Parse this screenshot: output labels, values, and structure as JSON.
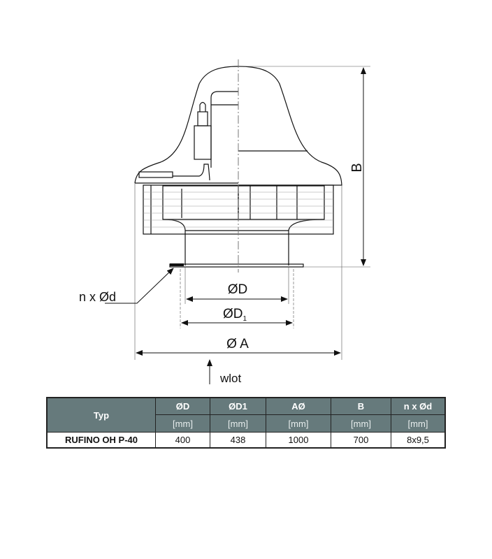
{
  "drawing": {
    "labels": {
      "B": "B",
      "D": "ØD",
      "D1": "ØD",
      "D1_sub": "1",
      "A": "Ø A",
      "holes": "n x Ød",
      "inlet": "wlot"
    }
  },
  "table": {
    "headers": [
      "Typ",
      "ØD",
      "ØD1",
      "AØ",
      "B",
      "n x Ød"
    ],
    "units": [
      "[mm]",
      "[mm]",
      "[mm]",
      "[mm]",
      "[mm]"
    ],
    "rows": [
      [
        "RUFINO OH P-40",
        "400",
        "438",
        "1000",
        "700",
        "8x9,5"
      ]
    ]
  }
}
